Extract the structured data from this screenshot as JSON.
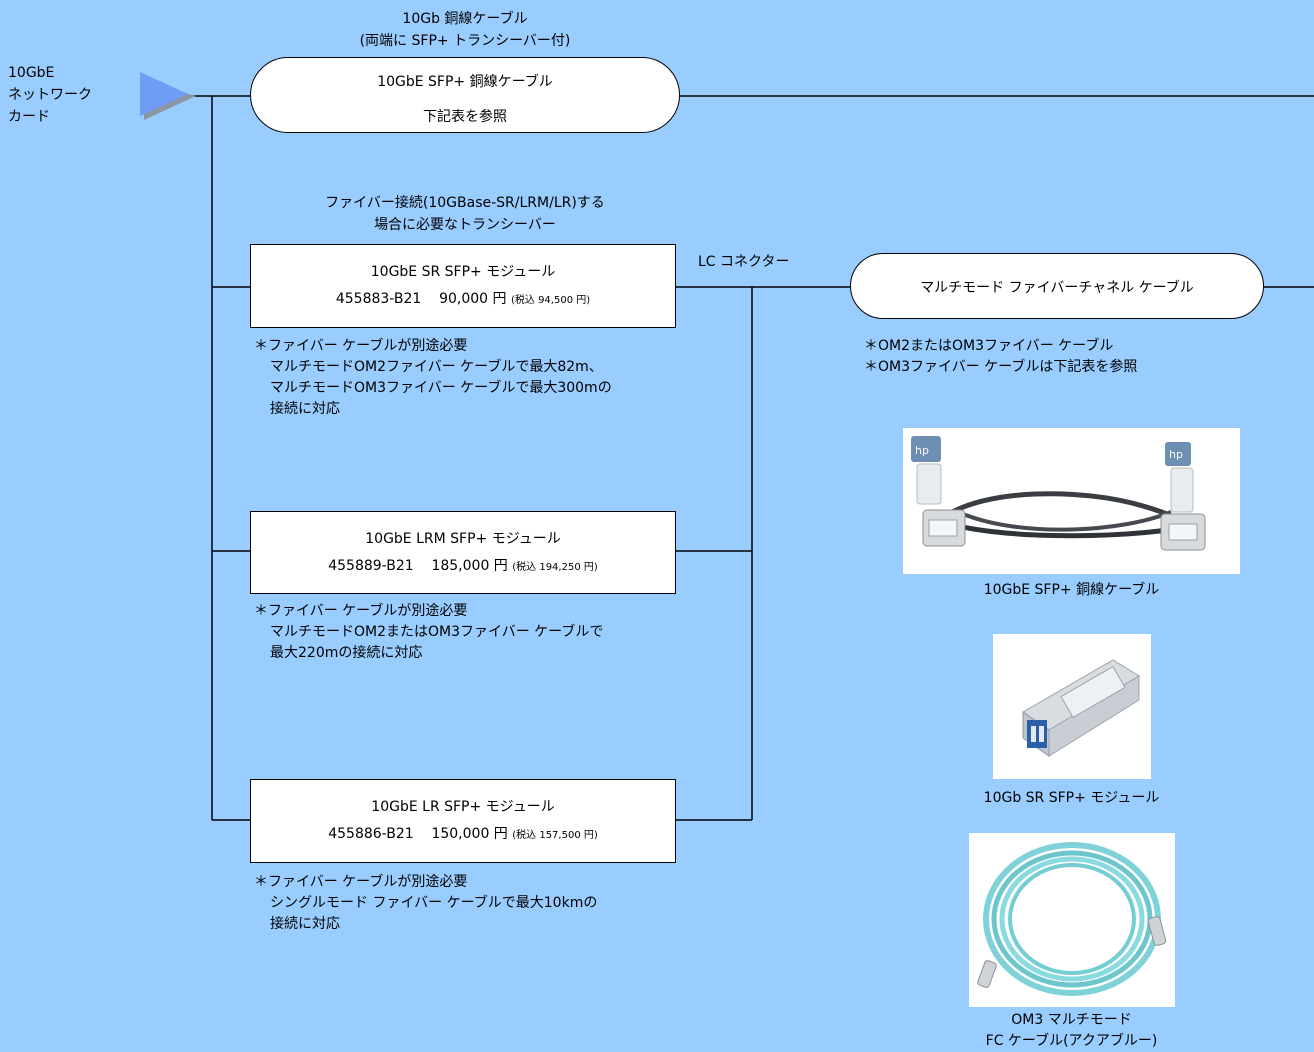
{
  "nic_label": [
    "10GbE",
    "ネットワーク",
    "カード"
  ],
  "copper_header": [
    "10Gb 銅線ケーブル",
    "(両端に SFP+ トランシーバー付)"
  ],
  "copper_cable": {
    "name": "10GbE SFP+ 銅線ケーブル",
    "note": "下記表を参照"
  },
  "fiber_header": [
    "ファイバー接続(10GBase-SR/LRM/LR)する",
    "場合に必要なトランシーバー"
  ],
  "modules": [
    {
      "name": "10GbE SR SFP+ モジュール",
      "part": "455883-B21",
      "price": "90,000 円",
      "tax": "(税込 94,500 円)",
      "notes": [
        "＊ファイバー ケーブルが別途必要",
        "マルチモードOM2ファイバー ケーブルで最大82m、",
        "マルチモードOM3ファイバー ケーブルで最大300mの",
        "接続に対応"
      ]
    },
    {
      "name": "10GbE LRM SFP+ モジュール",
      "part": "455889-B21",
      "price": "185,000 円",
      "tax": "(税込 194,250 円)",
      "notes": [
        "＊ファイバー ケーブルが別途必要",
        "マルチモードOM2またはOM3ファイバー ケーブルで",
        "最大220mの接続に対応"
      ]
    },
    {
      "name": "10GbE LR SFP+ モジュール",
      "part": "455886-B21",
      "price": "150,000 円",
      "tax": "(税込 157,500 円)",
      "notes": [
        "＊ファイバー ケーブルが別途必要",
        "シングルモード ファイバー ケーブルで最大10kmの",
        "接続に対応"
      ]
    }
  ],
  "lc_connector": "LC コネクター",
  "fiber_cable": {
    "name": "マルチモード ファイバーチャネル ケーブル",
    "notes": [
      "＊OM2またはOM3ファイバー ケーブル",
      "＊OM3ファイバー ケーブルは下記表を参照"
    ]
  },
  "photos": [
    {
      "icon": "copper-cable-photo",
      "caption": [
        "10GbE SFP+ 銅線ケーブル"
      ]
    },
    {
      "icon": "sfp-module-photo",
      "caption": [
        "10Gb SR SFP+ モジュール"
      ]
    },
    {
      "icon": "fiber-cable-photo",
      "caption": [
        "OM3 マルチモード",
        "FC ケーブル(アクアブルー)"
      ]
    }
  ],
  "colors": {
    "background": "#99ccff",
    "arrow": "#6f9cf5",
    "arrow_shadow": "#8c96a3",
    "fiber_aqua": "#7fd3d8"
  }
}
